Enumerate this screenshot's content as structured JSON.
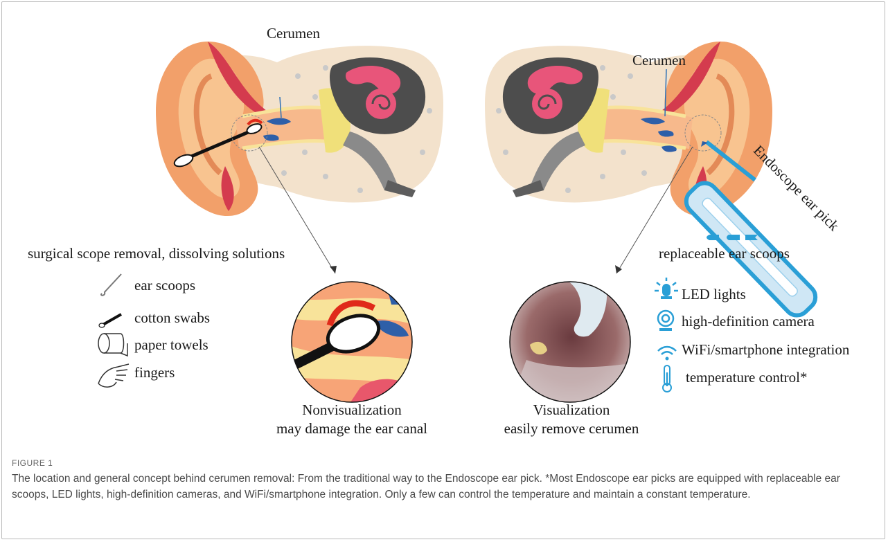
{
  "labels": {
    "cerumen_left": "Cerumen",
    "cerumen_right": "Cerumen",
    "endoscope": "Endoscope ear pick",
    "traditional_heading": "surgical scope removal, dissolving solutions",
    "replaceable": "replaceable ear scoops"
  },
  "traditional_items": [
    {
      "label": "ear scoops",
      "icon": "ear-scoop-icon"
    },
    {
      "label": "cotton swabs",
      "icon": "cotton-swab-icon"
    },
    {
      "label": "paper towels",
      "icon": "paper-towel-icon"
    },
    {
      "label": "fingers",
      "icon": "finger-icon"
    }
  ],
  "features": [
    {
      "label": "LED lights",
      "icon": "led-light-icon"
    },
    {
      "label": "high-definition camera",
      "icon": "camera-icon"
    },
    {
      "label": "WiFi/smartphone integration",
      "icon": "wifi-icon"
    },
    {
      "label": "temperature control*",
      "icon": "thermometer-icon"
    }
  ],
  "captions": {
    "left_line1": "Nonvisualization",
    "left_line2": "may damage the ear canal",
    "right_line1": "Visualization",
    "right_line2": "easily remove cerumen"
  },
  "figure": {
    "label": "FIGURE 1",
    "caption": "The location and general concept behind cerumen removal: From the traditional way to the Endoscope ear pick. *Most Endoscope ear picks are equipped with replaceable ear scoops, LED lights, high-definition cameras, and WiFi/smartphone integration. Only a few can control the temperature and maintain a constant temperature."
  },
  "colors": {
    "accent_blue": "#2a9fd6",
    "cerumen_blue": "#2e5fa8",
    "outer_ear": "#f2a06a",
    "canal": "#f7b98c",
    "bone": "#f3e2cc",
    "cochlea": "#e8557a",
    "dark": "#4d4d4d"
  }
}
